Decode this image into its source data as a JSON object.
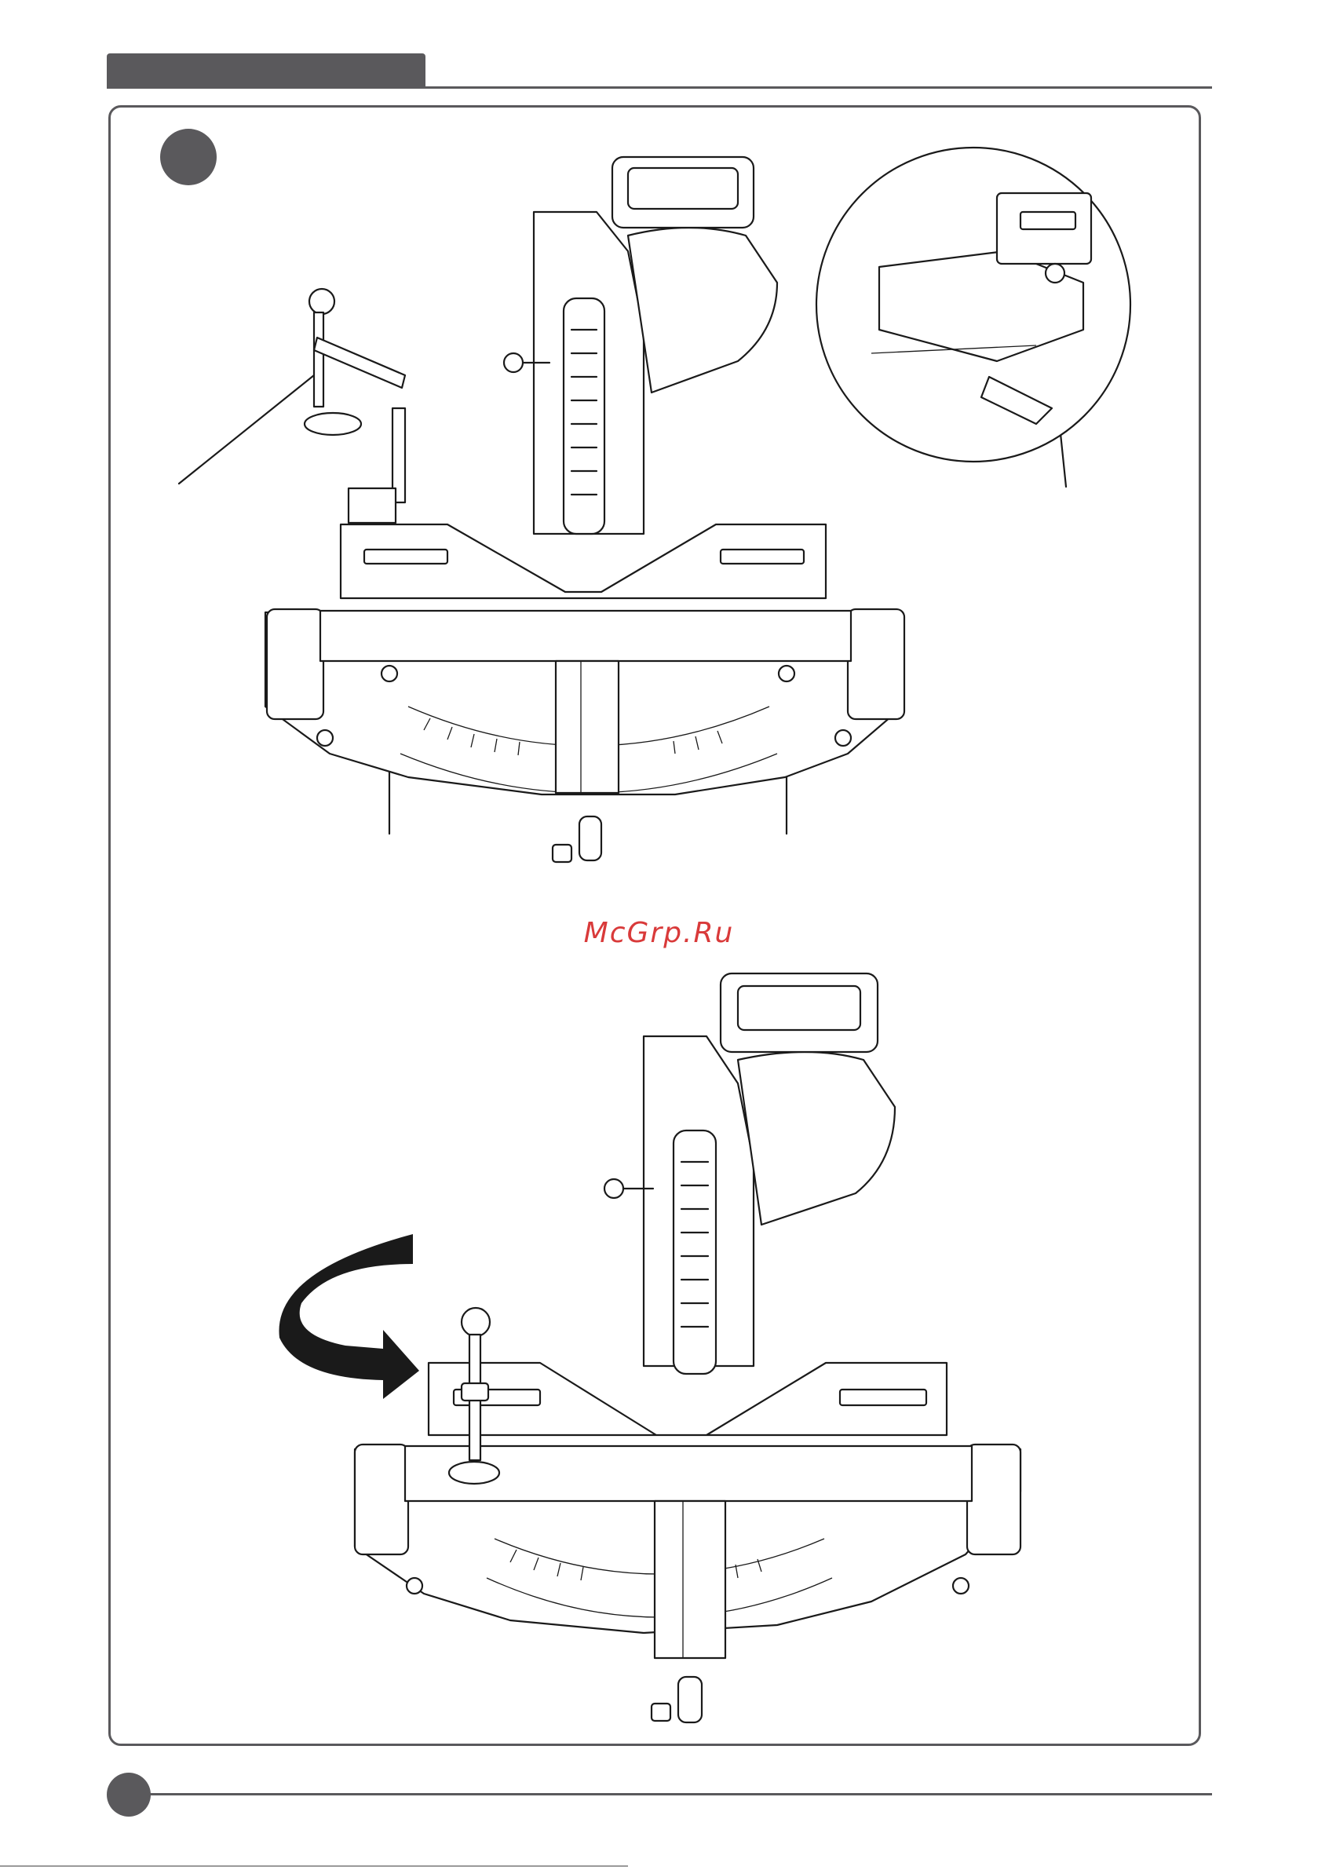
{
  "watermark": {
    "text": "McGrp.Ru"
  },
  "colors": {
    "frame": "#5a595c",
    "line_art": "#1a1a1a",
    "watermark": "#d93a3a"
  },
  "icons": {
    "step_badge": "filled-circle",
    "page_badge": "filled-circle",
    "rotate_arrow": "curved-arrow-clockwise"
  }
}
